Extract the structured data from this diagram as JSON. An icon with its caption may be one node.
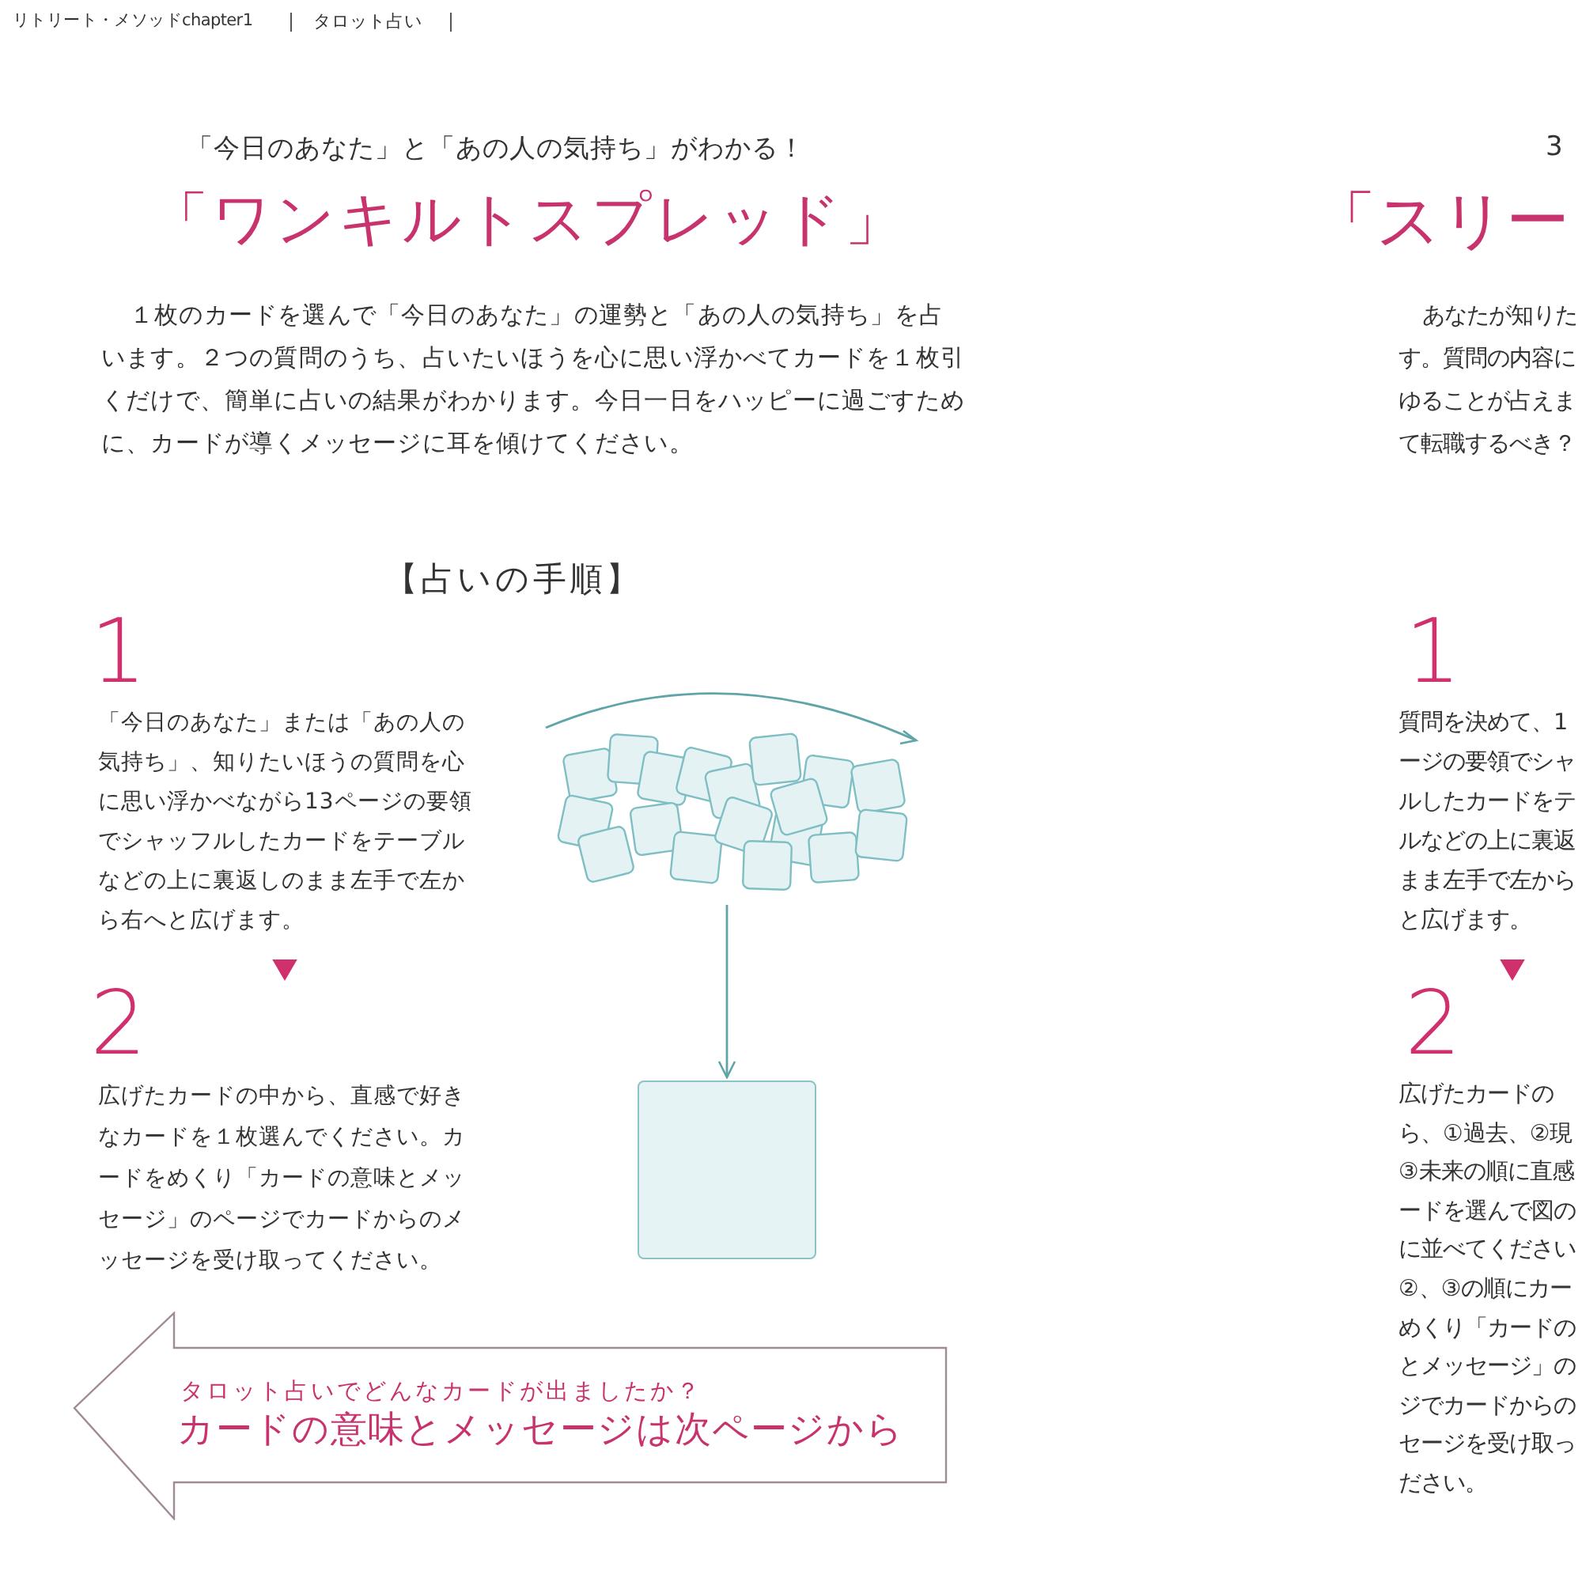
{
  "diagram": {
    "title": "「ワンキルトスプレッド」",
    "nodes": [
      {
        "text": [
          "1",
          "「今日のあなた」または「あの人の気持ち」、知りたいほうの質問を心に思い浮かべながら13ページの要領でシャッフルしたカードをテーブルなどの上に裏返しのまま左手で左から右へと広げます。"
        ]
      },
      {
        "text": [
          "2",
          "広げたカードの中から、直感で好きなカードを１枚選んでください。カードをめくり「カードの意味とメッセージ」のページでカードからのメッセージを受け取ってください。"
        ]
      },
      {
        "text": [],
        "shape": "picture"
      },
      {
        "text": [],
        "shape": "box"
      },
      {
        "text": [
          "タロット占いでどんなカードが出ましたか？",
          "カードの意味とメッセージは次ページから"
        ]
      },
      {
        "text": [
          "1",
          "質問を決めて、1",
          "ージの要領でシャ",
          "ルしたカードをテ",
          "ルなどの上に裏返",
          "まま左手で左から",
          "と広げます。"
        ]
      },
      {
        "text": [
          "2",
          "広げたカードの",
          "ら、①過去、②現",
          "③未来の順に直感",
          "ードを選んで図の",
          "に並べてください",
          "②、③の順にカー",
          "めくり「カードの",
          "とメッセージ」の",
          "ジでカードからの",
          "セージを受け取っ",
          "ださい。"
        ]
      }
    ],
    "edges": [
      {
        "from": 0,
        "to": 1,
        "arrow": "to"
      },
      {
        "from": 2,
        "to": 3,
        "arrow": "to",
        "color": "#5fa5a8"
      },
      {
        "from": 5,
        "to": 6,
        "arrow": "to"
      }
    ],
    "labels": [
      "リトリート・メソッドchapter1",
      "タロット占い",
      "「今日のあなた」と「あの人の気持ち」がわかる！",
      "１枚のカードを選んで「今日のあなた」の運勢と「あの人の気持ち」を占います。２つの質問のうち、占いたいほうを心に思い浮かべてカードを１枚引くだけで、簡単に占いの結果がわかります。今日一日をハッピーに過ごすために、カードが導くメッセージに耳を傾けてください。",
      "【占いの手順】",
      "3",
      "「スリー",
      "あなたが知りた",
      "す。質問の内容に",
      "ゆることが占えま",
      "て転職するべき？"
    ]
  }
}
